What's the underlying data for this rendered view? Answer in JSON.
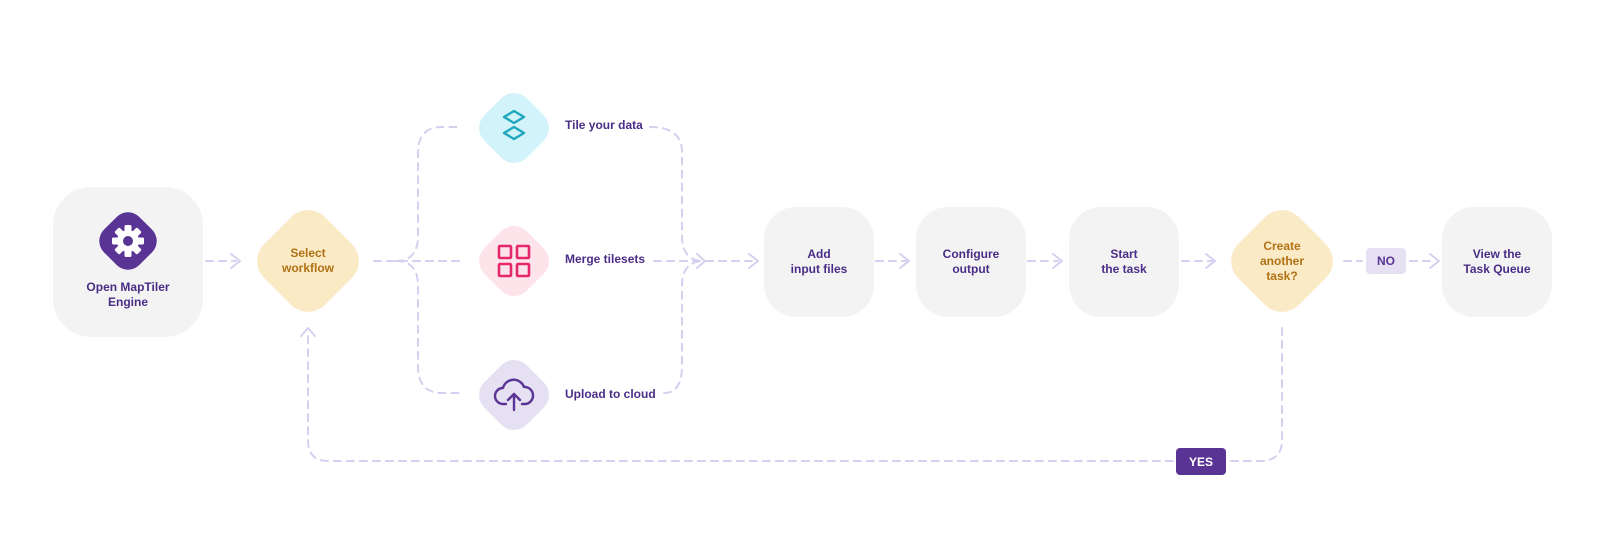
{
  "colors": {
    "connector": "#d6cff0",
    "purple": "#5a3494",
    "text_purple": "#4a2d86",
    "orange_text": "#b07215",
    "node_bg": "#f3f3f3",
    "decision_bg": "#fbeac6",
    "tile_bg": "#d3f3fa",
    "tile_icon": "#1fa7bf",
    "merge_bg": "#fde3ea",
    "merge_icon": "#e5276b",
    "cloud_bg": "#e6e0f3",
    "cloud_icon": "#5a3494"
  },
  "nodes": {
    "start": {
      "label": "Open MapTiler\nEngine",
      "icon": "gear-icon"
    },
    "select": {
      "label": "Select\nworkflow"
    },
    "tile": {
      "label": "Tile your data",
      "icon": "stacked-tiles-icon"
    },
    "merge": {
      "label": "Merge tilesets",
      "icon": "grid-icon"
    },
    "upload": {
      "label": "Upload to cloud",
      "icon": "cloud-upload-icon"
    },
    "add_files": {
      "label": "Add\ninput files"
    },
    "configure": {
      "label": "Configure\noutput"
    },
    "start_task": {
      "label": "Start\nthe task"
    },
    "create_another": {
      "label": "Create\nanother\ntask?"
    },
    "view_queue": {
      "label": "View  the\nTask Queue"
    }
  },
  "branches": {
    "no": "NO",
    "yes": "YES"
  }
}
